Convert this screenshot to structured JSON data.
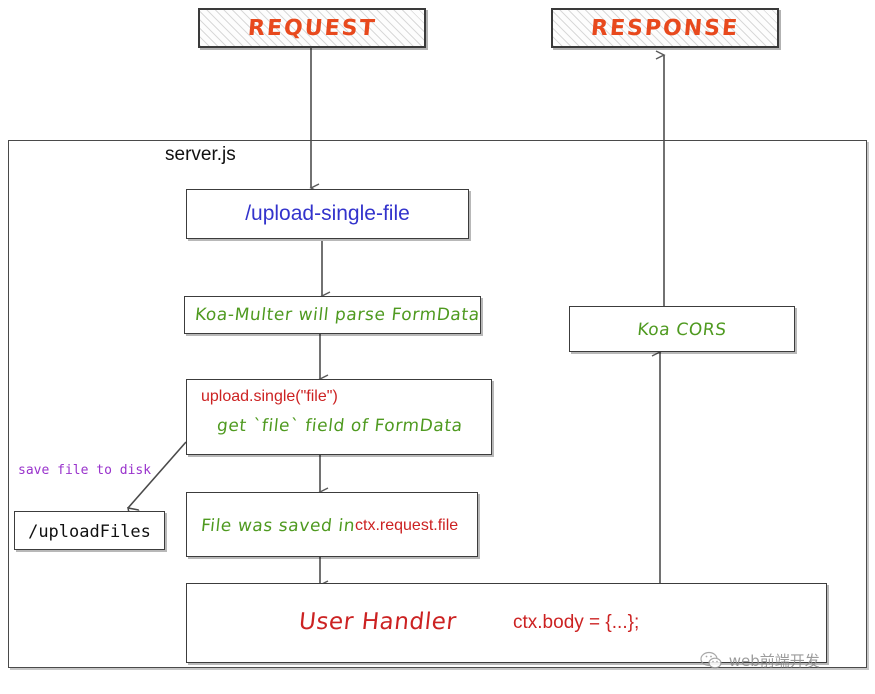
{
  "diagram": {
    "title_request": "REQUEST",
    "title_response": "RESPONSE",
    "container_label": "server.js",
    "nodes": {
      "route": "/upload-single-file",
      "multer": "Koa-Multer will parse FormData",
      "upload_single_code": "upload.single(\"file\")",
      "upload_single_note": "get `file` field of FormData",
      "saved_note": "File was saved in",
      "saved_code": "ctx.request.file",
      "upload_dir": "/uploadFiles",
      "edge_save": "save file to disk",
      "cors": "Koa CORS",
      "user_handler": "User Handler",
      "user_handler_code": "ctx.body = {...};"
    },
    "watermark": "web前端开发",
    "colors": {
      "request_orange": "#e8491d",
      "route_blue": "#3333cc",
      "green": "#4f9a20",
      "red": "#cc2222",
      "purple": "#9933cc",
      "stroke": "#4a4a4a",
      "black": "#111111"
    }
  }
}
